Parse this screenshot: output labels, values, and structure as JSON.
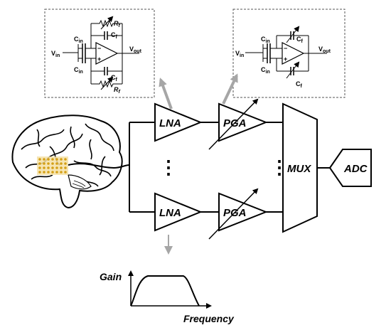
{
  "insets": {
    "lna": {
      "cin_top": "C",
      "cin_top_sub": "in",
      "cin_bot": "C",
      "cin_bot_sub": "in",
      "rf_top": "R",
      "rf_top_sub": "f",
      "cf_top": "C",
      "cf_top_sub": "f",
      "rf_bot": "R",
      "rf_bot_sub": "f",
      "cf_bot": "C",
      "cf_bot_sub": "f",
      "vin": "V",
      "vin_sub": "in",
      "vout": "V",
      "vout_sub": "out",
      "minus": "−",
      "plus": "+"
    },
    "pga": {
      "cin_top": "C",
      "cin_top_sub": "in",
      "cin_bot": "C",
      "cin_bot_sub": "in",
      "cf_top": "C",
      "cf_top_sub": "f",
      "cf_bot": "C",
      "cf_bot_sub": "f",
      "vin": "V",
      "vin_sub": "in",
      "vout": "V",
      "vout_sub": "out",
      "minus": "−",
      "plus": "+"
    }
  },
  "blocks": {
    "lna_top": "LNA",
    "pga_top": "PGA",
    "lna_bot": "LNA",
    "pga_bot": "PGA",
    "mux": "MUX",
    "adc": "ADC",
    "dots": "⋮"
  },
  "response_plot": {
    "ylabel": "Gain",
    "xlabel": "Frequency"
  },
  "colors": {
    "stroke": "#000000",
    "arrow_gray": "#a6a6a6",
    "inset_border": "#555555",
    "electrode": "#d4a017"
  }
}
